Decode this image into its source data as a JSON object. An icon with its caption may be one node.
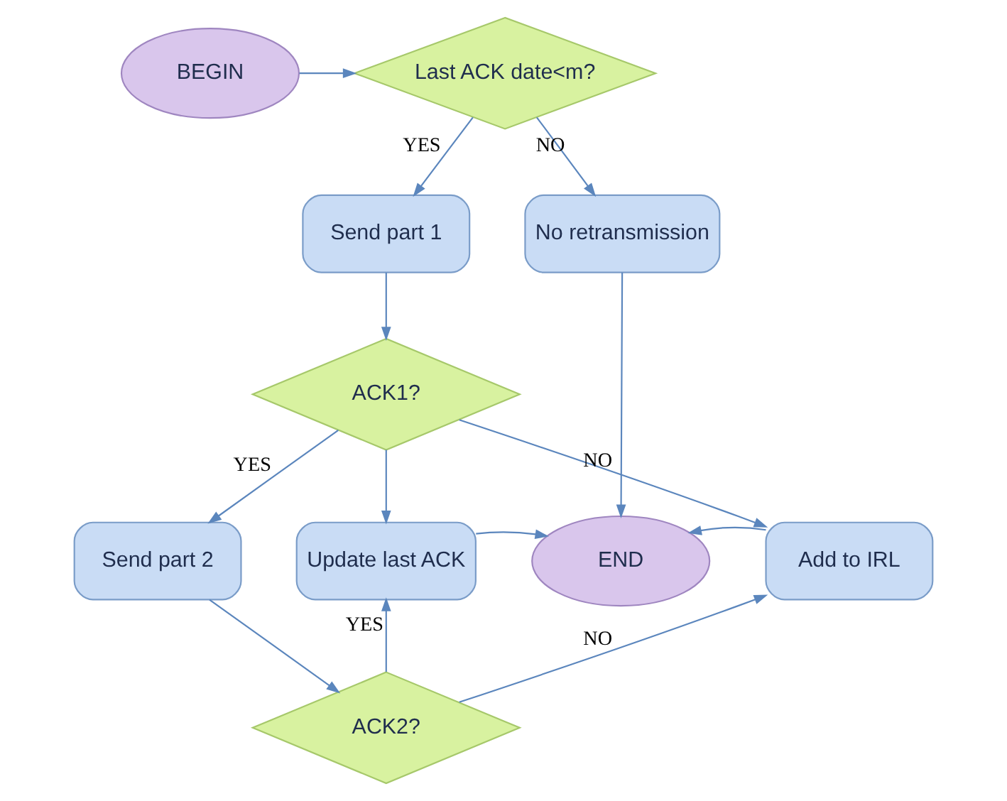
{
  "diagram": {
    "nodes": [
      {
        "text": [
          "BEGIN"
        ]
      },
      {
        "text": [
          "Last ACK date<m?"
        ]
      },
      {
        "text": [
          "No retransmission"
        ]
      },
      {
        "text": [
          "Send part 1"
        ]
      },
      {
        "text": [
          "ACK1?"
        ]
      },
      {
        "text": [
          "Send part 2"
        ]
      },
      {
        "text": [
          "Update last ACK"
        ]
      },
      {
        "text": [
          "END"
        ]
      },
      {
        "text": [
          "Add to IRL"
        ]
      },
      {
        "text": [
          "ACK2?"
        ]
      }
    ],
    "edges": [
      {
        "from": 0,
        "to": 1,
        "arrow": "to"
      },
      {
        "from": 1,
        "to": 2,
        "arrow": "to",
        "label": "NO"
      },
      {
        "from": 1,
        "to": 3,
        "arrow": "to",
        "label": "YES"
      },
      {
        "from": 3,
        "to": 4,
        "arrow": "to"
      },
      {
        "from": 4,
        "to": 5,
        "arrow": "to",
        "label": "YES"
      },
      {
        "from": 4,
        "to": 6,
        "arrow": "to"
      },
      {
        "from": 4,
        "to": 8,
        "arrow": "to",
        "label": "NO"
      },
      {
        "from": 2,
        "to": 7,
        "arrow": "to"
      },
      {
        "from": 6,
        "to": 7,
        "arrow": "to"
      },
      {
        "from": 8,
        "to": 7,
        "arrow": "to"
      },
      {
        "from": 5,
        "to": 9,
        "arrow": "to"
      },
      {
        "from": 9,
        "to": 6,
        "arrow": "to",
        "label": "YES"
      },
      {
        "from": 9,
        "to": 8,
        "arrow": "to",
        "label": "NO"
      }
    ]
  }
}
